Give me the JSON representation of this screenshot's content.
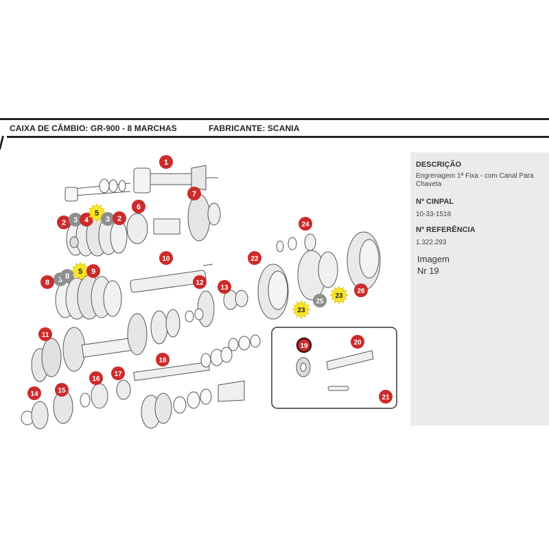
{
  "header": {
    "gearbox": "CAIXA DE CÂMBIO: GR-900 - 8 MARCHAS",
    "manufacturer": "FABRICANTE: SCANIA"
  },
  "panel": {
    "description_label": "DESCRIÇÃO",
    "description_value": "Engrenagem 1ª Fixa - com Canal Para Chaveta",
    "cinpal_label": "Nº CINPAL",
    "cinpal_value": "10-33-1518",
    "reference_label": "Nº REFERÊNCIA",
    "reference_value": "1.322.293",
    "image_label": "Imagem",
    "image_value": "Nr 19"
  },
  "callouts": [
    {
      "label": "1",
      "style": "red"
    },
    {
      "label": "2",
      "style": "red"
    },
    {
      "label": "3",
      "style": "gray"
    },
    {
      "label": "4",
      "style": "red"
    },
    {
      "label": "5",
      "style": "star"
    },
    {
      "label": "3",
      "style": "gray"
    },
    {
      "label": "2",
      "style": "red"
    },
    {
      "label": "6",
      "style": "red"
    },
    {
      "label": "7",
      "style": "red"
    },
    {
      "label": "8",
      "style": "red"
    },
    {
      "label": "3",
      "style": "gray"
    },
    {
      "label": "8",
      "style": "gray"
    },
    {
      "label": "5",
      "style": "star"
    },
    {
      "label": "9",
      "style": "red"
    },
    {
      "label": "10",
      "style": "red"
    },
    {
      "label": "12",
      "style": "red"
    },
    {
      "label": "13",
      "style": "red"
    },
    {
      "label": "11",
      "style": "red"
    },
    {
      "label": "14",
      "style": "red"
    },
    {
      "label": "15",
      "style": "red"
    },
    {
      "label": "16",
      "style": "red"
    },
    {
      "label": "17",
      "style": "red"
    },
    {
      "label": "18",
      "style": "red"
    },
    {
      "label": "19",
      "style": "selected"
    },
    {
      "label": "20",
      "style": "red"
    },
    {
      "label": "21",
      "style": "red"
    },
    {
      "label": "22",
      "style": "red"
    },
    {
      "label": "23",
      "style": "star"
    },
    {
      "label": "23",
      "style": "star"
    },
    {
      "label": "24",
      "style": "red"
    },
    {
      "label": "25",
      "style": "gray"
    },
    {
      "label": "26",
      "style": "red"
    }
  ],
  "colors": {
    "callout_red": "#cc2b2b",
    "callout_gray": "#8e8e8e",
    "callout_star": "#f7e32a",
    "panel_bg": "#ebebeb"
  }
}
